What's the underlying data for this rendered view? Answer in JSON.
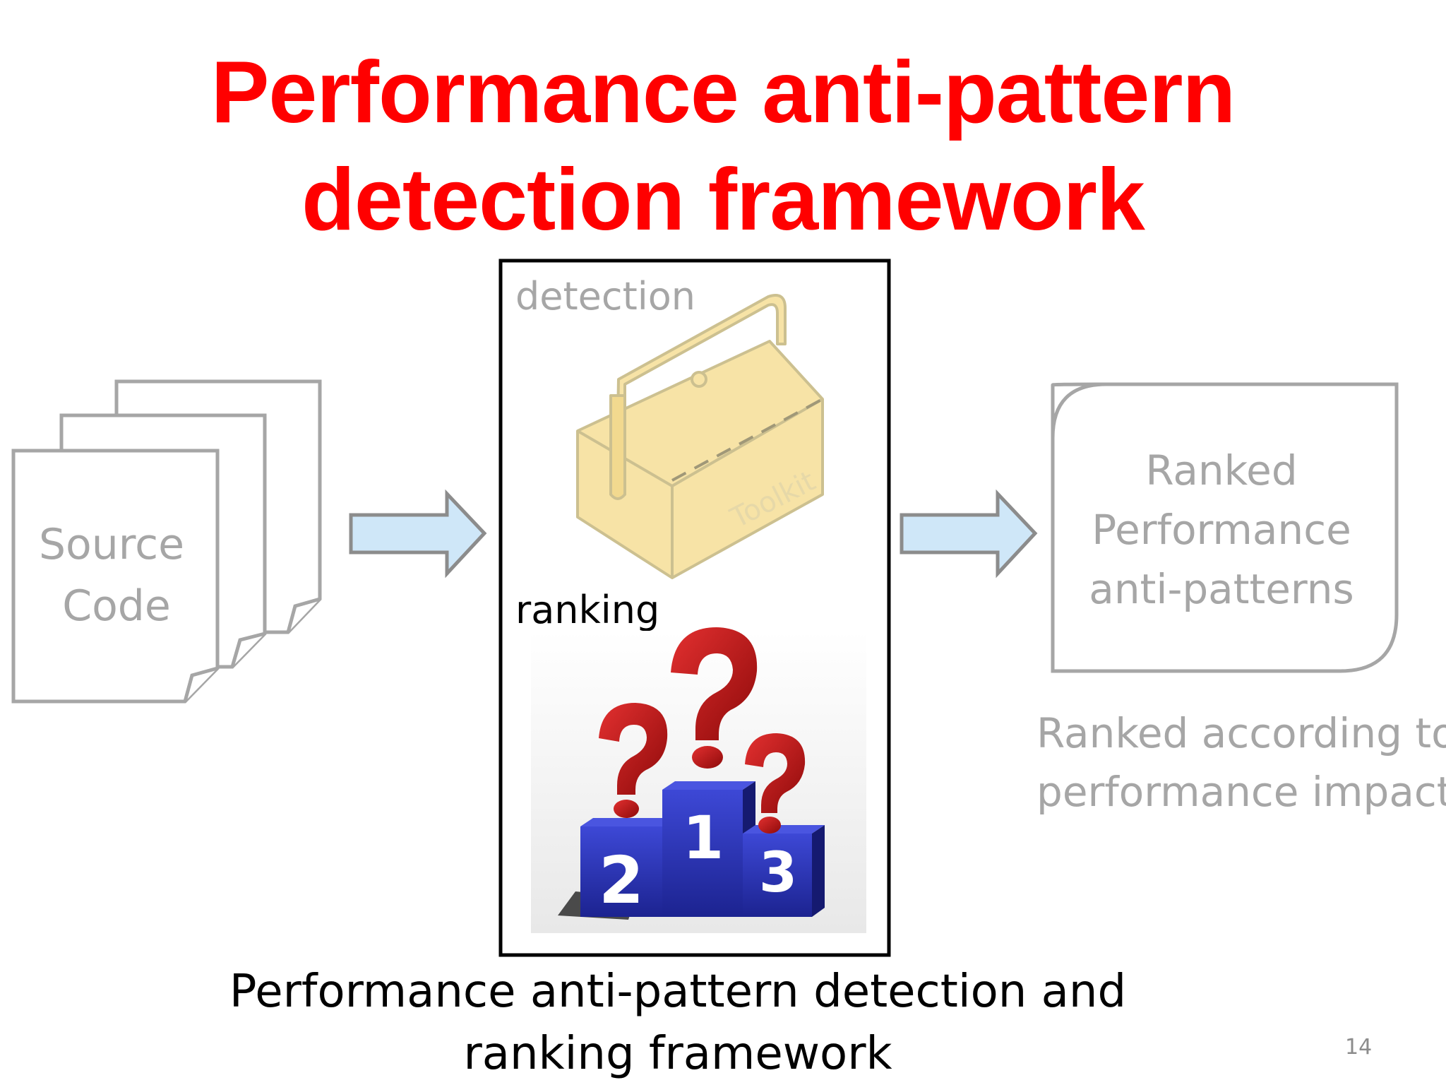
{
  "title": {
    "line1": "Performance anti-pattern",
    "line2": "detection framework"
  },
  "source_box": {
    "line1": "Source",
    "line2": "Code"
  },
  "framework_box": {
    "detection_label": "detection",
    "toolkit_label": "Toolkit",
    "ranking_label": "ranking",
    "podium": {
      "first": "1",
      "second": "2",
      "third": "3"
    }
  },
  "output_box": {
    "line1": "Ranked",
    "line2": "Performance",
    "line3": "anti-patterns"
  },
  "output_note": {
    "line1": "Ranked according to",
    "line2": "performance impact"
  },
  "caption": {
    "line1": "Performance anti-pattern detection and",
    "line2": "ranking framework"
  },
  "page_number": "14",
  "colors": {
    "title": "#ff0000",
    "arrow_fill": "#cfe7f8",
    "arrow_stroke": "#8c8c8c",
    "gray_text": "#a6a6a6",
    "toolbox": "#f7e3a6",
    "question_mark": "#cc1111",
    "podium": "#2a33b8"
  }
}
